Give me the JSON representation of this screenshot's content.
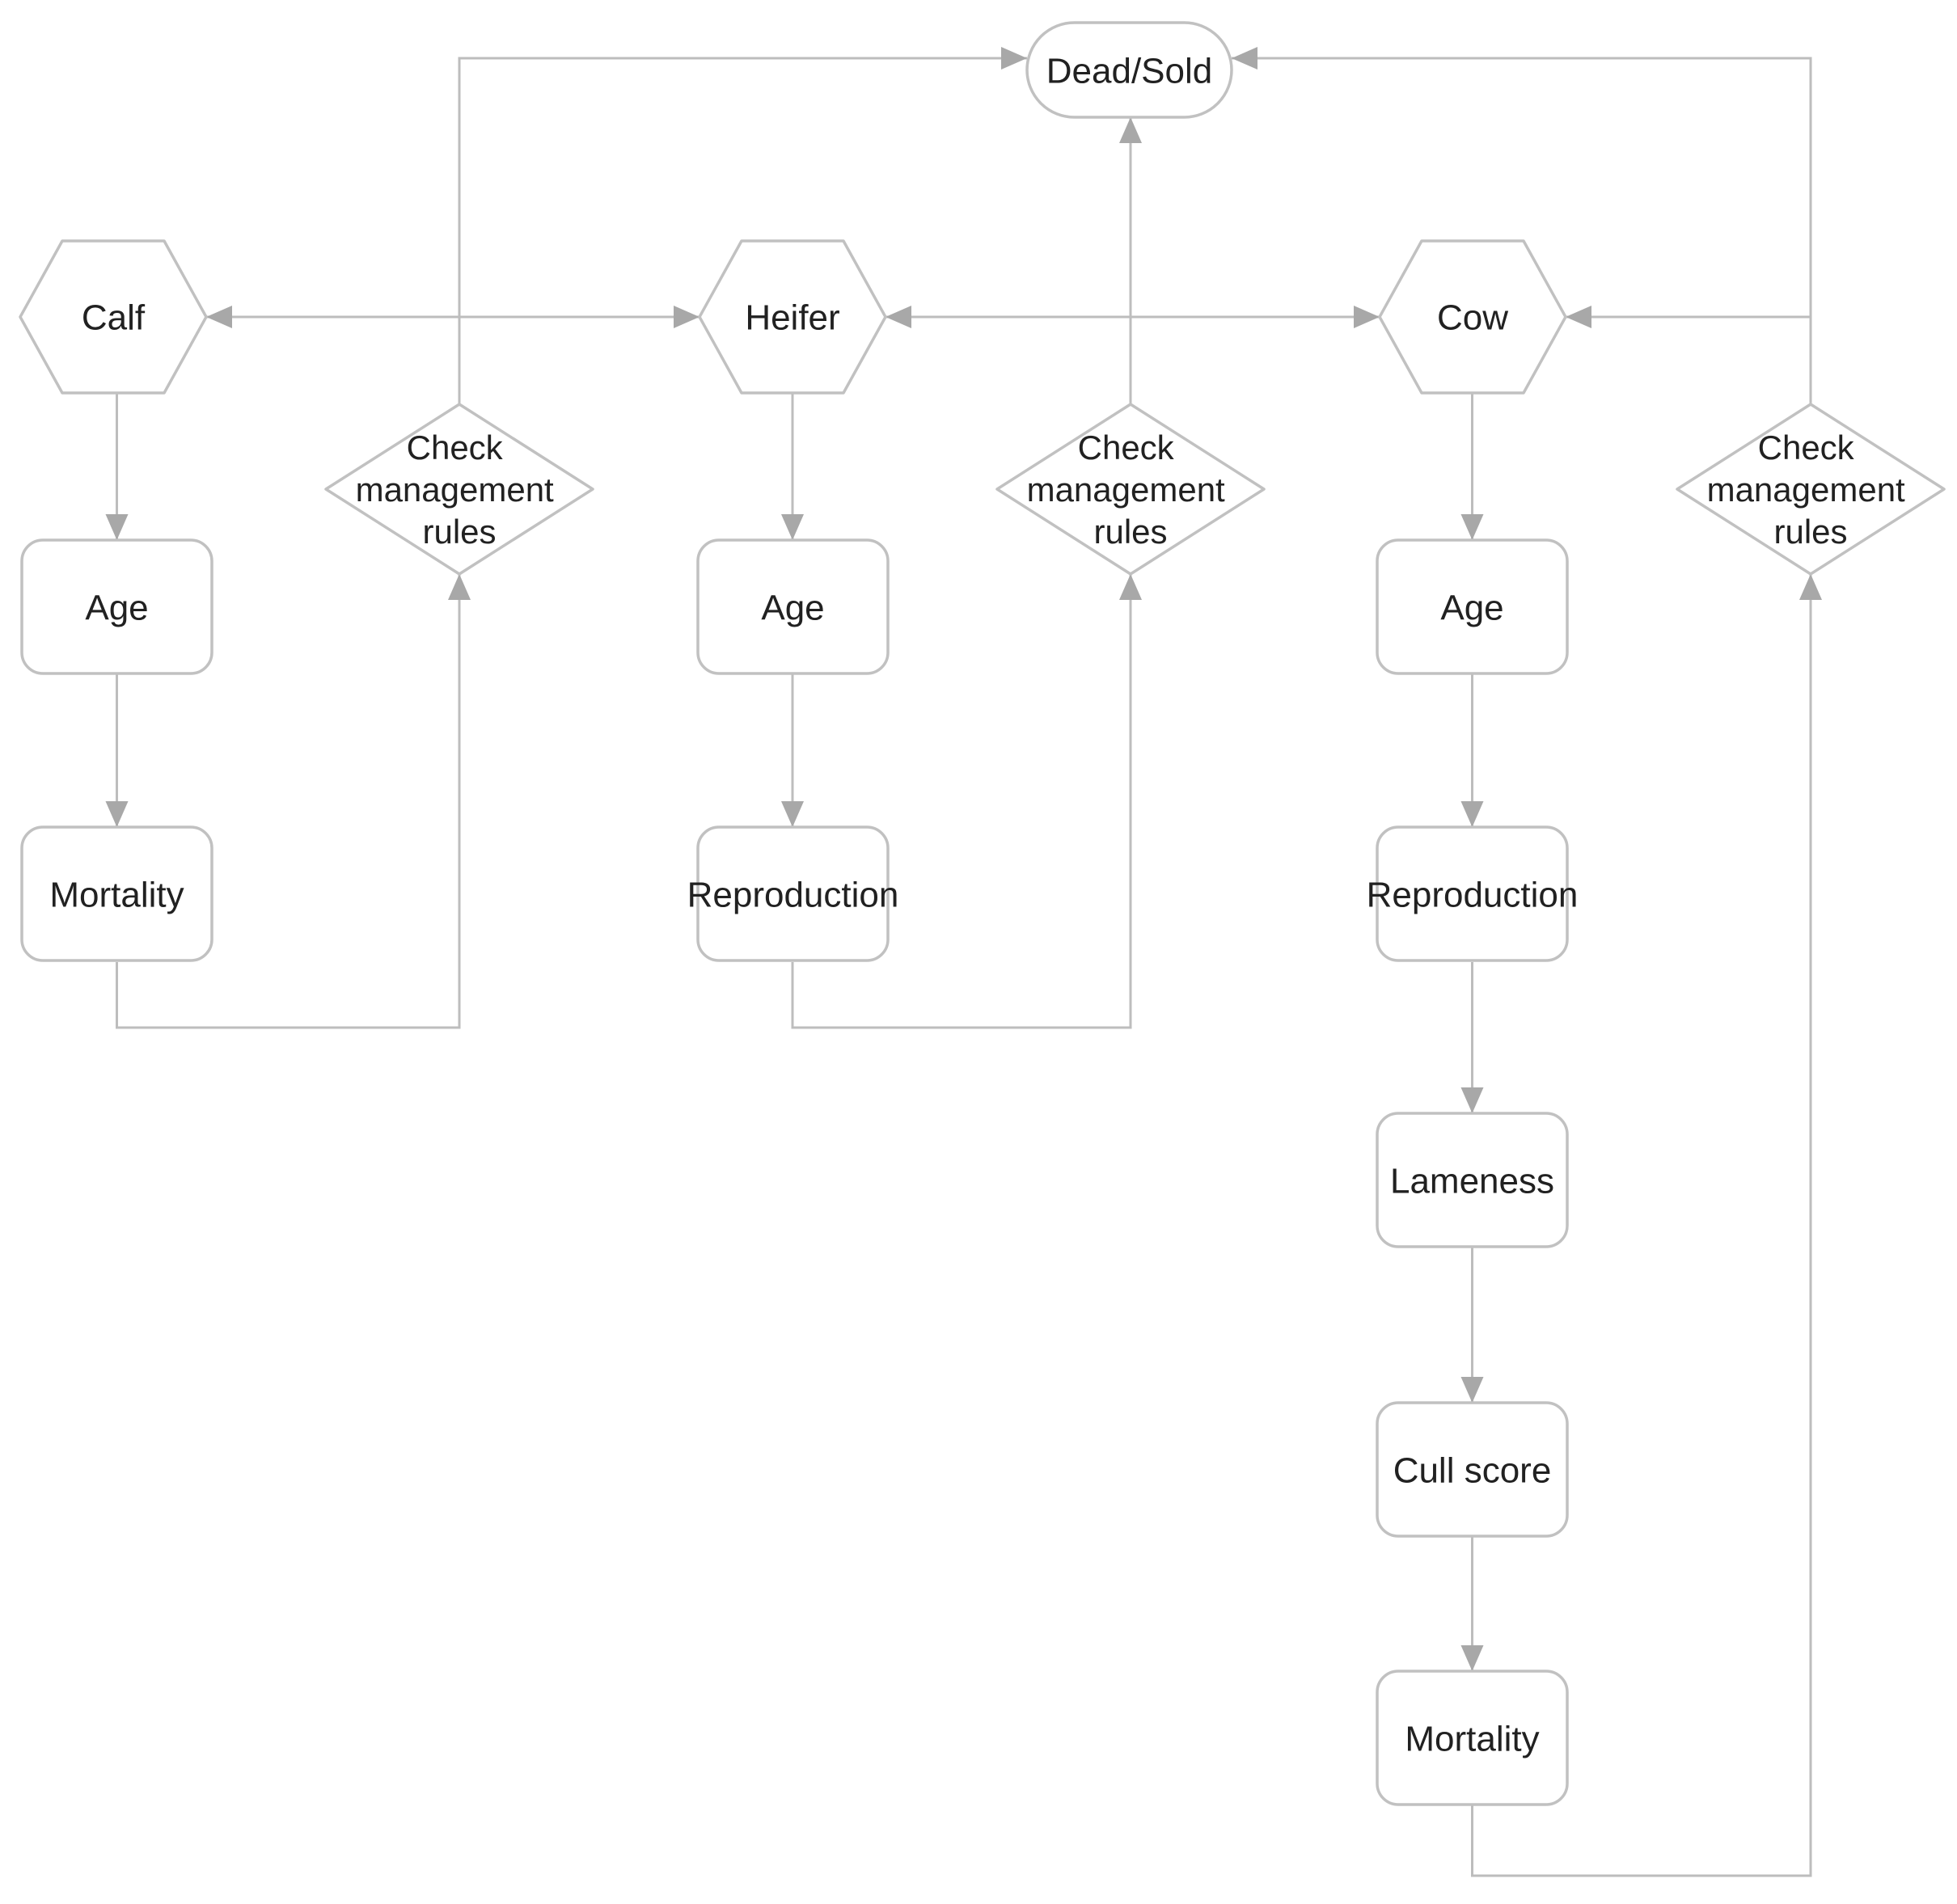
{
  "diagram": {
    "type": "flowchart",
    "colors": {
      "background": "#ffffff",
      "edge_line": "#bdbdbd",
      "arrowhead": "#a8a8a8",
      "node_border": "#c1c1c1",
      "node_fill": "#ffffff",
      "text": "#212121"
    },
    "nodes": {
      "dead_sold": {
        "label": "Dead/Sold",
        "shape": "stadium"
      },
      "calf": {
        "label": "Calf",
        "shape": "hexagon"
      },
      "heifer": {
        "label": "Heifer",
        "shape": "hexagon"
      },
      "cow": {
        "label": "Cow",
        "shape": "hexagon"
      },
      "calf_age": {
        "label": "Age",
        "shape": "rect"
      },
      "calf_mortality": {
        "label": "Mortality",
        "shape": "rect"
      },
      "heifer_age": {
        "label": "Age",
        "shape": "rect"
      },
      "heifer_reproduction": {
        "label": "Reproduction",
        "shape": "rect"
      },
      "cow_age": {
        "label": "Age",
        "shape": "rect"
      },
      "cow_reproduction": {
        "label": "Reproduction",
        "shape": "rect"
      },
      "cow_lameness": {
        "label": "Lameness",
        "shape": "rect"
      },
      "cow_cull_score": {
        "label": "Cull score",
        "shape": "rect"
      },
      "cow_mortality": {
        "label": "Mortality",
        "shape": "rect"
      },
      "check_rules_calf": {
        "lines": [
          "Check",
          "management",
          "rules"
        ],
        "shape": "diamond"
      },
      "check_rules_heifer": {
        "lines": [
          "Check",
          "management",
          "rules"
        ],
        "shape": "diamond"
      },
      "check_rules_cow": {
        "lines": [
          "Check",
          "management",
          "rules"
        ],
        "shape": "diamond"
      }
    },
    "edges": [
      {
        "from": "calf",
        "to": "calf_age"
      },
      {
        "from": "calf_age",
        "to": "calf_mortality"
      },
      {
        "from": "calf_mortality",
        "to": "check_rules_calf"
      },
      {
        "from": "check_rules_calf",
        "to": "dead_sold"
      },
      {
        "from": "check_rules_calf",
        "to": "calf"
      },
      {
        "from": "check_rules_calf",
        "to": "heifer"
      },
      {
        "from": "heifer",
        "to": "heifer_age"
      },
      {
        "from": "heifer_age",
        "to": "heifer_reproduction"
      },
      {
        "from": "heifer_reproduction",
        "to": "check_rules_heifer"
      },
      {
        "from": "check_rules_heifer",
        "to": "dead_sold"
      },
      {
        "from": "check_rules_heifer",
        "to": "heifer"
      },
      {
        "from": "check_rules_heifer",
        "to": "cow"
      },
      {
        "from": "cow",
        "to": "cow_age"
      },
      {
        "from": "cow_age",
        "to": "cow_reproduction"
      },
      {
        "from": "cow_reproduction",
        "to": "cow_lameness"
      },
      {
        "from": "cow_lameness",
        "to": "cow_cull_score"
      },
      {
        "from": "cow_cull_score",
        "to": "cow_mortality"
      },
      {
        "from": "cow_mortality",
        "to": "check_rules_cow"
      },
      {
        "from": "check_rules_cow",
        "to": "dead_sold"
      },
      {
        "from": "check_rules_cow",
        "to": "cow"
      }
    ]
  }
}
